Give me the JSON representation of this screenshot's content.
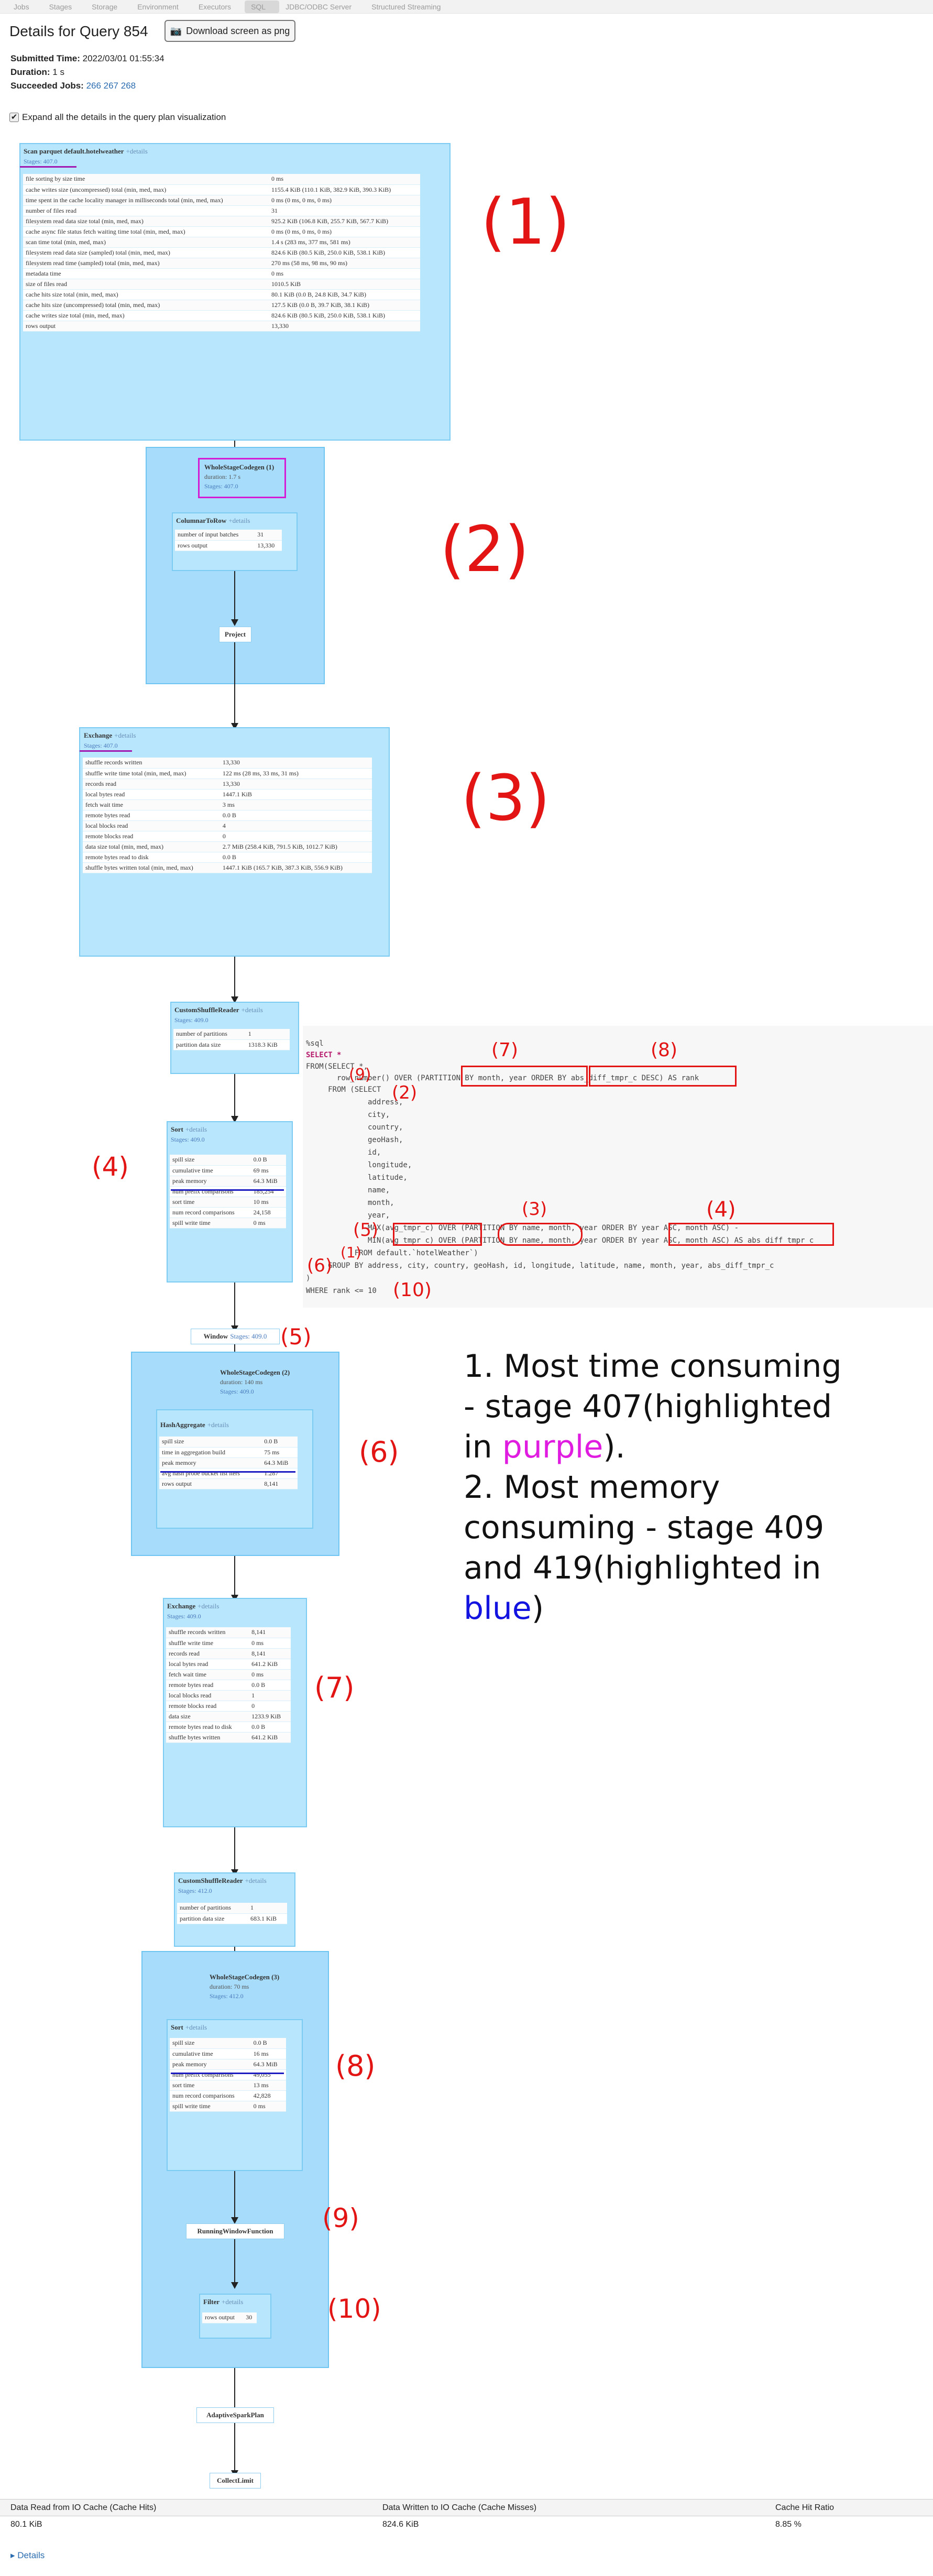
{
  "nav": [
    "Jobs",
    "Stages",
    "Storage",
    "Environment",
    "Executors",
    "SQL",
    "JDBC/ODBC Server",
    "Structured Streaming"
  ],
  "page": {
    "title": "Details for Query 854",
    "download_label": "Download screen as png",
    "submitted_label": "Submitted Time:",
    "submitted_value": "2022/03/01 01:55:34",
    "duration_label": "Duration:",
    "duration_value": "1 s",
    "jobs_label": "Succeeded Jobs:",
    "jobs_value": "266 267 268",
    "expand_label": "Expand all the details in the query plan visualization"
  },
  "plan": {
    "details_link": "+details",
    "scan": {
      "title": "Scan parquet default.hotelweather",
      "stages": "Stages: 407.0",
      "metrics": [
        [
          "file sorting by size time",
          "0 ms"
        ],
        [
          "cache writes size (uncompressed) total (min, med, max)",
          "1155.4 KiB (110.1 KiB, 382.9 KiB, 390.3 KiB)"
        ],
        [
          "time spent in the cache locality manager in milliseconds total (min, med, max)",
          "0 ms (0 ms, 0 ms, 0 ms)"
        ],
        [
          "number of files read",
          "31"
        ],
        [
          "filesystem read data size total (min, med, max)",
          "925.2 KiB (106.8 KiB, 255.7 KiB, 567.7 KiB)"
        ],
        [
          "cache async file status fetch waiting time total (min, med, max)",
          "0 ms (0 ms, 0 ms, 0 ms)"
        ],
        [
          "scan time total (min, med, max)",
          "1.4 s (283 ms, 377 ms, 581 ms)"
        ],
        [
          "filesystem read data size (sampled) total (min, med, max)",
          "824.6 KiB (80.5 KiB, 250.0 KiB, 538.1 KiB)"
        ],
        [
          "filesystem read time (sampled) total (min, med, max)",
          "270 ms (58 ms, 98 ms, 90 ms)"
        ],
        [
          "metadata time",
          "0 ms"
        ],
        [
          "size of files read",
          "1010.5 KiB"
        ],
        [
          "cache hits size total (min, med, max)",
          "80.1 KiB (0.0 B, 24.8 KiB, 34.7 KiB)"
        ],
        [
          "cache hits size (uncompressed) total (min, med, max)",
          "127.5 KiB (0.0 B, 39.7 KiB, 38.1 KiB)"
        ],
        [
          "cache writes size total (min, med, max)",
          "824.6 KiB (80.5 KiB, 250.0 KiB, 538.1 KiB)"
        ],
        [
          "rows output",
          "13,330"
        ]
      ]
    },
    "wsc1": {
      "title": "WholeStageCodegen (1)",
      "duration": "duration: 1.7 s",
      "stages": "Stages: 407.0"
    },
    "c2r": {
      "title": "ColumnarToRow",
      "metrics": [
        [
          "number of input batches",
          "31"
        ],
        [
          "rows output",
          "13,330"
        ]
      ]
    },
    "project": {
      "title": "Project"
    },
    "exchange1": {
      "title": "Exchange",
      "stages": "Stages: 407.0",
      "metrics": [
        [
          "shuffle records written",
          "13,330"
        ],
        [
          "shuffle write time total (min, med, max)",
          "122 ms (28 ms, 33 ms, 31 ms)"
        ],
        [
          "records read",
          "13,330"
        ],
        [
          "local bytes read",
          "1447.1 KiB"
        ],
        [
          "fetch wait time",
          "3 ms"
        ],
        [
          "remote bytes read",
          "0.0 B"
        ],
        [
          "local blocks read",
          "4"
        ],
        [
          "remote blocks read",
          "0"
        ],
        [
          "data size total (min, med, max)",
          "2.7 MiB (258.4 KiB, 791.5 KiB, 1012.7 KiB)"
        ],
        [
          "remote bytes read to disk",
          "0.0 B"
        ],
        [
          "shuffle bytes written total (min, med, max)",
          "1447.1 KiB (165.7 KiB, 387.3 KiB, 556.9 KiB)"
        ]
      ]
    },
    "csr1": {
      "title": "CustomShuffleReader",
      "stages": "Stages: 409.0",
      "metrics": [
        [
          "number of partitions",
          "1"
        ],
        [
          "partition data size",
          "1318.3 KiB"
        ]
      ]
    },
    "sort1": {
      "title": "Sort",
      "stages": "Stages: 409.0",
      "metrics": [
        [
          "spill size",
          "0.0 B"
        ],
        [
          "cumulative time",
          "69 ms"
        ],
        [
          "peak memory",
          "64.3 MiB"
        ],
        [
          "num prefix comparisons",
          "185,254"
        ],
        [
          "sort time",
          "10 ms"
        ],
        [
          "num record comparisons",
          "24,158"
        ],
        [
          "spill write time",
          "0 ms"
        ]
      ]
    },
    "window": {
      "title": "Window",
      "stages": "Stages: 409.0"
    },
    "wsc2": {
      "title": "WholeStageCodegen (2)",
      "duration": "duration: 140 ms",
      "stages": "Stages: 409.0"
    },
    "hashagg": {
      "title": "HashAggregate",
      "metrics": [
        [
          "spill size",
          "0.0 B"
        ],
        [
          "time in aggregation build",
          "75 ms"
        ],
        [
          "peak memory",
          "64.3 MiB"
        ],
        [
          "avg hash probe bucket list iters",
          "1.287"
        ],
        [
          "rows output",
          "8,141"
        ]
      ]
    },
    "exchange2": {
      "title": "Exchange",
      "stages": "Stages: 409.0",
      "metrics": [
        [
          "shuffle records written",
          "8,141"
        ],
        [
          "shuffle write time",
          "0 ms"
        ],
        [
          "records read",
          "8,141"
        ],
        [
          "local bytes read",
          "641.2 KiB"
        ],
        [
          "fetch wait time",
          "0 ms"
        ],
        [
          "remote bytes read",
          "0.0 B"
        ],
        [
          "local blocks read",
          "1"
        ],
        [
          "remote blocks read",
          "0"
        ],
        [
          "data size",
          "1233.9 KiB"
        ],
        [
          "remote bytes read to disk",
          "0.0 B"
        ],
        [
          "shuffle bytes written",
          "641.2 KiB"
        ]
      ]
    },
    "csr2": {
      "title": "CustomShuffleReader",
      "stages": "Stages: 412.0",
      "metrics": [
        [
          "number of partitions",
          "1"
        ],
        [
          "partition data size",
          "683.1 KiB"
        ]
      ]
    },
    "wsc3": {
      "title": "WholeStageCodegen (3)",
      "duration": "duration: 70 ms",
      "stages": "Stages: 412.0"
    },
    "sort2": {
      "title": "Sort",
      "metrics": [
        [
          "spill size",
          "0.0 B"
        ],
        [
          "cumulative time",
          "16 ms"
        ],
        [
          "peak memory",
          "64.3 MiB"
        ],
        [
          "num prefix comparisons",
          "49,055"
        ],
        [
          "sort time",
          "13 ms"
        ],
        [
          "num record comparisons",
          "42,828"
        ],
        [
          "spill write time",
          "0 ms"
        ]
      ]
    },
    "rwf": {
      "title": "RunningWindowFunction"
    },
    "filter": {
      "title": "Filter",
      "metrics": [
        [
          "rows output",
          "30"
        ]
      ]
    },
    "asp": {
      "title": "AdaptiveSparkPlan"
    },
    "collect": {
      "title": "CollectLimit"
    }
  },
  "code": [
    "%sql",
    "SELECT *",
    "FROM(SELECT *,",
    "       row_number() OVER (PARTITION BY month, year ORDER BY abs_diff_tmpr_c DESC) AS rank",
    "     FROM (SELECT",
    "              address,",
    "              city,",
    "              country,",
    "              geoHash,",
    "              id,",
    "              longitude,",
    "              latitude,",
    "              name,",
    "              month,",
    "              year,",
    "              MAX(avg_tmpr_c) OVER (PARTITION BY name, month, year ORDER BY year ASC, month ASC) -",
    "              MIN(avg_tmpr_c) OVER (PARTITION BY name, month, year ORDER BY year ASC, month ASC) AS abs_diff_tmpr_c",
    "           FROM default.`hotelWeather`)",
    "     GROUP BY address, city, country, geoHash, id, longitude, latitude, name, month, year, abs_diff_tmpr_c",
    ")",
    "WHERE rank <= 10"
  ],
  "annotations": {
    "a1": "(1)",
    "a2": "(2)",
    "a3": "(3)",
    "a4": "(4)",
    "a5": "(5)",
    "a6": "(6)",
    "a7": "(7)",
    "a8": "(8)",
    "a9": "(9)",
    "a10": "(10)",
    "c1": "(1)",
    "c2": "(2)",
    "c3": "(3)",
    "c4": "(4)",
    "c5": "(5)",
    "c6": "(6)",
    "c7": "(7)",
    "c8": "(8)",
    "c9": "(9)",
    "c10": "(10)"
  },
  "notes": {
    "line1": "1. Most time consuming",
    "line2": "- stage 407(highlighted",
    "line3a": "in ",
    "line3b": "purple",
    "line3c": ").",
    "line4": "2. Most memory",
    "line5": "consuming - stage 409",
    "line6": "and 419(highlighted in",
    "line7a": "blue",
    "line7b": ")"
  },
  "footer": {
    "headers": [
      "Data Read from IO Cache (Cache Hits)",
      "Data Written to IO Cache (Cache Misses)",
      "Cache Hit Ratio"
    ],
    "values": [
      "80.1 KiB",
      "824.6 KiB",
      "8.85 %"
    ],
    "details": "Details"
  },
  "colors": {
    "purple": "#d41cd4",
    "blue": "#1414e0",
    "annotation": "#e21414",
    "cluster": "#a7ddfb"
  }
}
